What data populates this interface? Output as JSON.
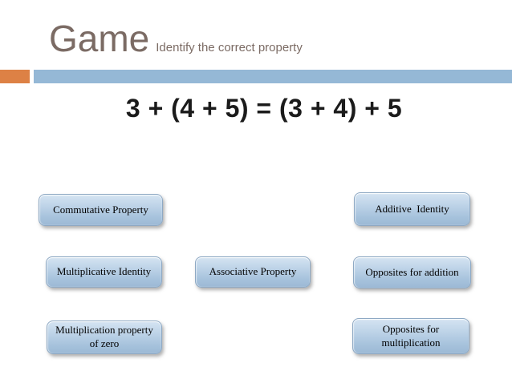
{
  "slide": {
    "title": "Game",
    "subtitle": "Identify the correct property",
    "equation": "3 + (4 + 5) = (3 + 4) + 5"
  },
  "answers": [
    {
      "label": "Commutative Property"
    },
    {
      "label": "Additive  Identity"
    },
    {
      "label": "Multiplicative Identity"
    },
    {
      "label": "Associative Property"
    },
    {
      "label": "Opposites for addition"
    },
    {
      "label": "Multiplication property\nof zero"
    },
    {
      "label": "Opposites for\nmultiplication"
    }
  ],
  "colors": {
    "accent_orange": "#dd8145",
    "accent_blue": "#95b8d6",
    "title_text": "#7b6b64",
    "equation_text": "#1b1b1b",
    "button_gradient_top": "#d5e4f2",
    "button_gradient_bottom": "#9cb9d5",
    "button_border": "#8ea9c4",
    "button_text": "#000000"
  }
}
